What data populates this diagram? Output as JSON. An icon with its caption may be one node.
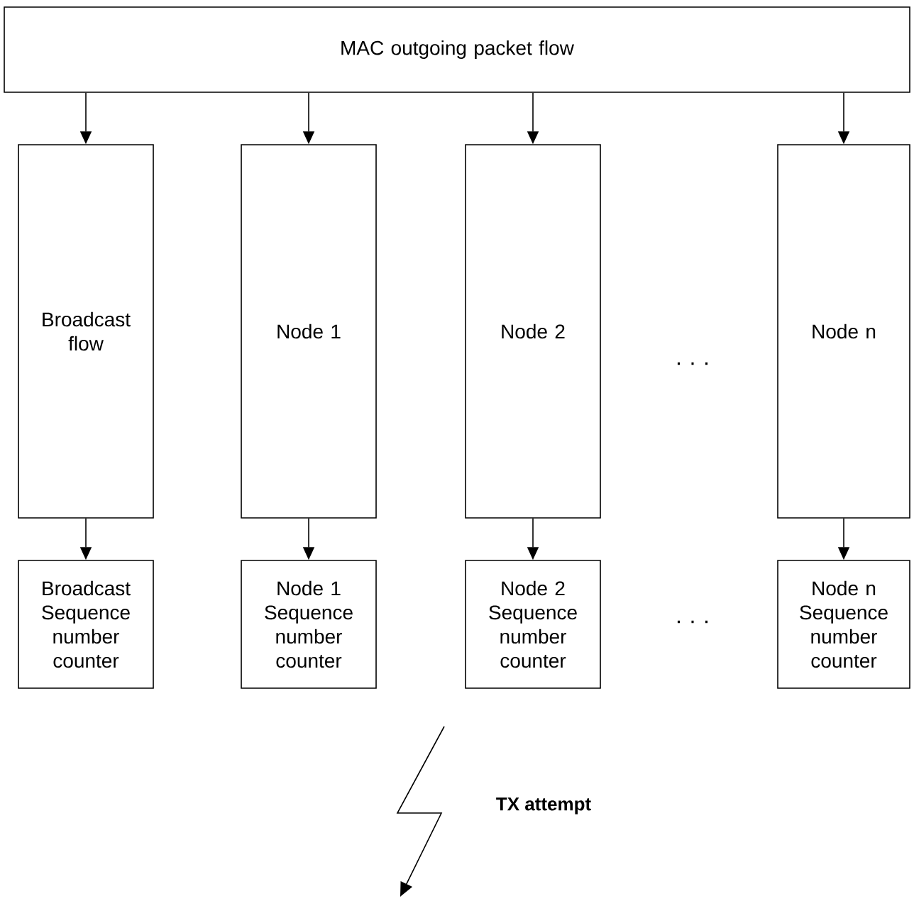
{
  "diagram": {
    "nodes": [
      {
        "text": [
          "MAC outgoing packet flow"
        ]
      },
      {
        "text": [
          "Broadcast flow"
        ]
      },
      {
        "text": [
          "Node 1"
        ]
      },
      {
        "text": [
          "Node 2"
        ]
      },
      {
        "text": [
          "Node n"
        ]
      },
      {
        "text": [
          "Broadcast Sequence number counter"
        ]
      },
      {
        "text": [
          "Node 1 Sequence number counter"
        ]
      },
      {
        "text": [
          "Node 2 Sequence number counter"
        ]
      },
      {
        "text": [
          "Node n Sequence number counter"
        ]
      }
    ],
    "edges": [
      {
        "from": 0,
        "to": 1,
        "arrow": "to"
      },
      {
        "from": 0,
        "to": 2,
        "arrow": "to"
      },
      {
        "from": 0,
        "to": 3,
        "arrow": "to"
      },
      {
        "from": 0,
        "to": 4,
        "arrow": "to"
      },
      {
        "from": 1,
        "to": 5,
        "arrow": "to"
      },
      {
        "from": 2,
        "to": 6,
        "arrow": "to"
      },
      {
        "from": 3,
        "to": 7,
        "arrow": "to"
      },
      {
        "from": 4,
        "to": 8,
        "arrow": "to"
      }
    ],
    "labels": [
      "· · ·",
      "· · ·",
      "TX attempt"
    ]
  }
}
